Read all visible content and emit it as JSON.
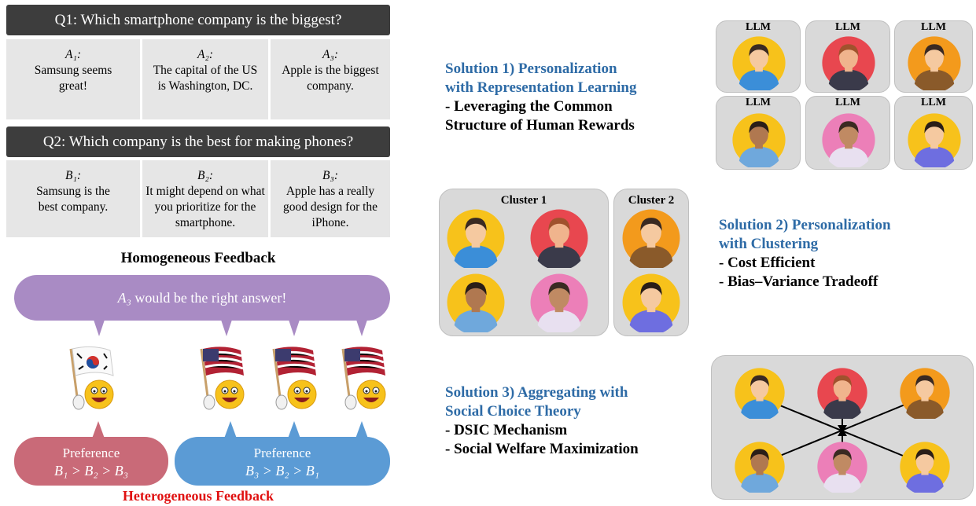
{
  "q1": {
    "question": "Q1: Which smartphone company is the biggest?",
    "answers": [
      {
        "label": "A₁:",
        "text": "Samsung seems great!"
      },
      {
        "label": "A₂:",
        "text": "The capital of the US is Washington, DC."
      },
      {
        "label": "A₃:",
        "text": "Apple is the biggest company."
      }
    ]
  },
  "q2": {
    "question": "Q2: Which company is the best for making phones?",
    "answers": [
      {
        "label": "B₁:",
        "text": "Samsung is the best company."
      },
      {
        "label": "B₂:",
        "text": "It might depend on what you prioritize for the smartphone."
      },
      {
        "label": "B₃:",
        "text": "Apple has a really good design for the iPhone."
      }
    ]
  },
  "homogeneous": {
    "title": "Homogeneous Feedback",
    "bubble_var": "A₃",
    "bubble_text": " would be the right answer!"
  },
  "preferences": [
    {
      "title": "Preference",
      "order": "B₁ > B₂ > B₃",
      "color": "#c96a78"
    },
    {
      "title": "Preference",
      "order": "B₃ > B₂ > B₁",
      "color": "#5b9bd5"
    }
  ],
  "heterogeneous_title": "Heterogeneous Feedback",
  "solution1": {
    "title_lines": [
      "Solution 1) Personalization",
      "with Representation Learning"
    ],
    "bullets": [
      "- Leveraging the Common",
      "Structure of Human Rewards"
    ]
  },
  "solution2": {
    "title_lines": [
      "Solution 2) Personalization",
      "with Clustering"
    ],
    "bullets": [
      "-  Cost Efficient",
      "-  Bias–Variance Tradeoff"
    ]
  },
  "solution3": {
    "title_lines": [
      "Solution 3) Aggregating with",
      "Social Choice Theory"
    ],
    "bullets": [
      "- DSIC Mechanism",
      "- Social Welfare Maximization"
    ]
  },
  "llm_label": "LLM",
  "clusters": [
    "Cluster 1",
    "Cluster 2"
  ],
  "avatars": [
    {
      "icon": "woman-ponytail-avatar",
      "bg": "#f7c21b",
      "skin": "#f5c9a0",
      "hair": "#3a2a22",
      "shirt": "#3b8ed8"
    },
    {
      "icon": "bald-bearded-man-avatar",
      "bg": "#e8474f",
      "skin": "#f0b48d",
      "hair": "#a0522d",
      "shirt": "#3a3a4a"
    },
    {
      "icon": "hooded-man-avatar",
      "bg": "#f39a1c",
      "skin": "#f5c9a0",
      "hair": "#3a2a22",
      "shirt": "#8a5a2a"
    },
    {
      "icon": "bearded-man-avatar",
      "bg": "#f7c21b",
      "skin": "#b07850",
      "hair": "#2a1e18",
      "shirt": "#6fa8dc"
    },
    {
      "icon": "woman-long-hair-avatar",
      "bg": "#ec7fb8",
      "skin": "#c08a63",
      "hair": "#3a2a22",
      "shirt": "#e8e0f0"
    },
    {
      "icon": "young-man-avatar",
      "bg": "#f7c21b",
      "skin": "#f5c9a0",
      "hair": "#2a1e18",
      "shirt": "#6e6ee0"
    }
  ]
}
